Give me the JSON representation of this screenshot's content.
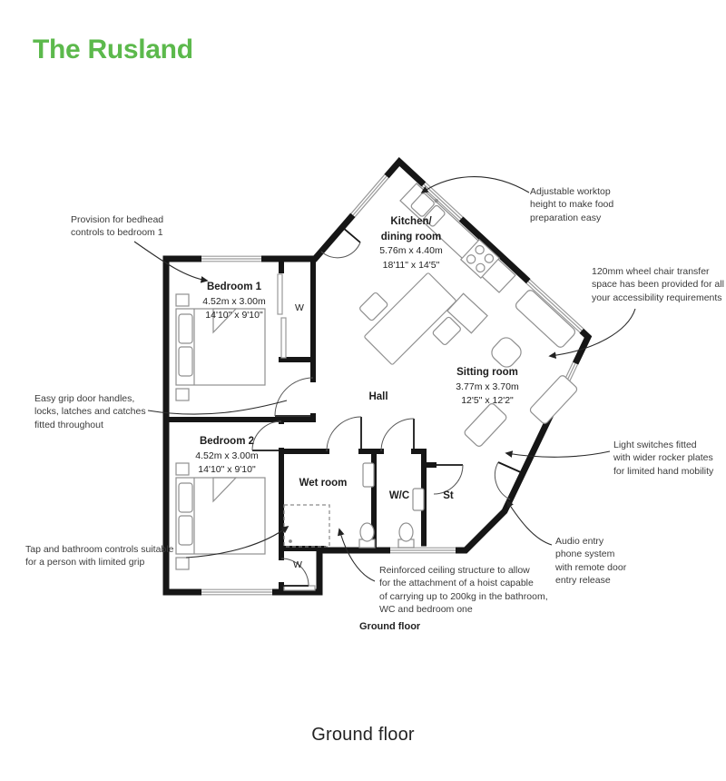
{
  "title": "The Rusland",
  "accent_color": "#5CB94C",
  "captions": {
    "plan": "Ground floor",
    "page": "Ground floor"
  },
  "rooms": {
    "bedroom1": {
      "name": "Bedroom 1",
      "metric": "4.52m x 3.00m",
      "imperial": "14'10\" x 9'10\""
    },
    "bedroom2": {
      "name": "Bedroom 2",
      "metric": "4.52m x 3.00m",
      "imperial": "14'10\" x 9'10\""
    },
    "kitchen": {
      "name_lines": [
        "Kitchen/",
        "dining room"
      ],
      "metric": "5.76m x 4.40m",
      "imperial": "18'11\" x 14'5\""
    },
    "sitting_room": {
      "name": "Sitting room",
      "metric": "3.77m x 3.70m",
      "imperial": "12'5\" x 12'2\""
    },
    "hall": {
      "name": "Hall"
    },
    "wet_room": {
      "name": "Wet room"
    },
    "wc": {
      "name": "W/C"
    },
    "store": {
      "name": "St"
    },
    "wardrobe_1": {
      "name": "W"
    },
    "wardrobe_2": {
      "name": "W"
    }
  },
  "annotations": {
    "bedhead": [
      "Provision for bedhead",
      "controls to bedroom 1"
    ],
    "worktop": [
      "Adjustable worktop",
      "height to make food",
      "preparation easy"
    ],
    "wheelchair": [
      "120mm wheel chair transfer",
      "space has been provided for all",
      "your accessibility requirements"
    ],
    "grip_handles": [
      "Easy grip door handles,",
      "locks, latches and catches",
      "fitted throughout"
    ],
    "light_switches": [
      "Light switches fitted",
      "with wider rocker plates",
      "for limited hand mobility"
    ],
    "tap_controls": [
      "Tap and bathroom controls suitable",
      "for a person with limited grip"
    ],
    "audio_entry": [
      "Audio entry",
      "phone system",
      "with remote door",
      "entry release"
    ],
    "hoist": [
      "Reinforced ceiling structure to allow",
      "for the attachment of a hoist capable",
      "of carrying up to 200kg in the bathroom,",
      "WC and bedroom one"
    ]
  }
}
